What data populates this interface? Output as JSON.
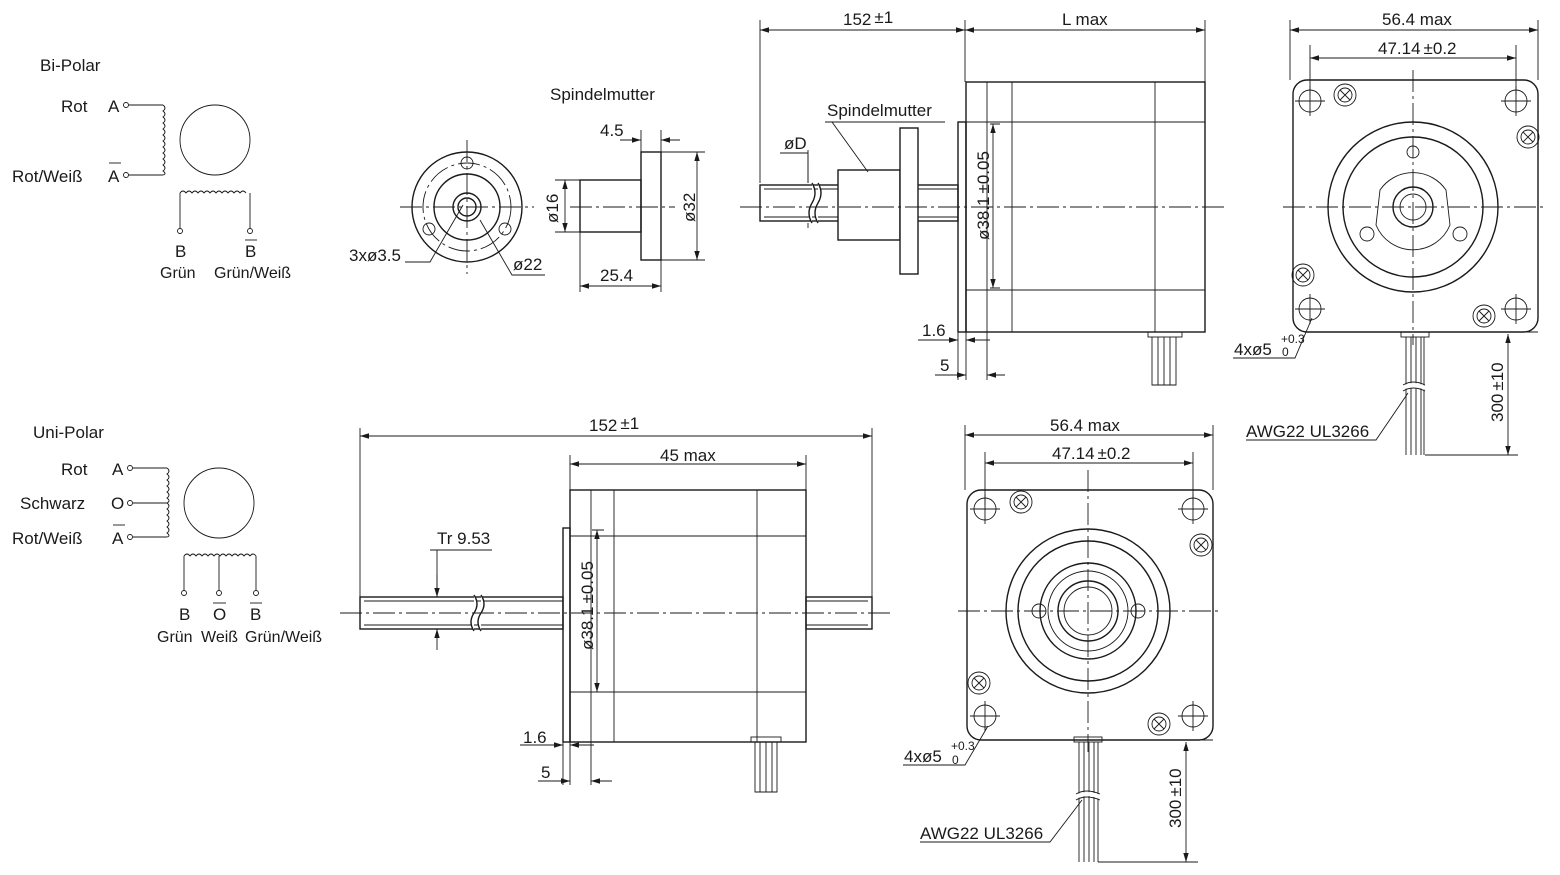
{
  "bipolar": {
    "title": "Bi-Polar",
    "wire_a": "Rot",
    "term_a": "A",
    "wire_abar": "Rot/Weiß",
    "term_abar": "A",
    "term_b": "B",
    "term_bbar": "B",
    "wire_b": "Grün",
    "wire_bbar": "Grün/Weiß"
  },
  "unipolar": {
    "title": "Uni-Polar",
    "wire_a": "Rot",
    "term_a": "A",
    "wire_o": "Schwarz",
    "term_o": "O",
    "wire_abar": "Rot/Weiß",
    "term_abar": "A",
    "term_b": "B",
    "term_obar": "O",
    "term_bbar": "B",
    "wire_b": "Grün",
    "wire_obar": "Weiß",
    "wire_bbar": "Grün/Weiß"
  },
  "nut_detail": {
    "title": "Spindelmutter",
    "holes": "3xø3.5",
    "pitch_circle": "ø22",
    "flange_thickness": "4.5",
    "body_dia": "ø16",
    "flange_dia": "ø32",
    "length": "25.4"
  },
  "top_side_view": {
    "length": "152",
    "length_tol": "±1",
    "body": "L max",
    "shaft_dia": "øD",
    "nut_label": "Spindelmutter",
    "pilot": "ø38.1",
    "pilot_tol": "±0.05",
    "flange": "1.6",
    "pilot_depth": "5"
  },
  "top_front_view": {
    "width": "56.4 max",
    "hole_spacing": "47.14",
    "hole_spacing_tol": "±0.2",
    "holes": "4xø5",
    "holes_tol_plus": "+0.3",
    "holes_tol_minus": "0",
    "cable": "AWG22 UL3266",
    "cable_length": "300",
    "cable_length_tol": "±10"
  },
  "bottom_side_view": {
    "length": "152",
    "length_tol": "±1",
    "body": "45 max",
    "thread": "Tr 9.53",
    "pilot": "ø38.1",
    "pilot_tol": "±0.05",
    "flange": "1.6",
    "pilot_depth": "5"
  },
  "bottom_front_view": {
    "width": "56.4 max",
    "hole_spacing": "47.14",
    "hole_spacing_tol": "±0.2",
    "holes": "4xø5",
    "holes_tol_plus": "+0.3",
    "holes_tol_minus": "0",
    "cable": "AWG22 UL3266",
    "cable_length": "300",
    "cable_length_tol": "±10"
  }
}
